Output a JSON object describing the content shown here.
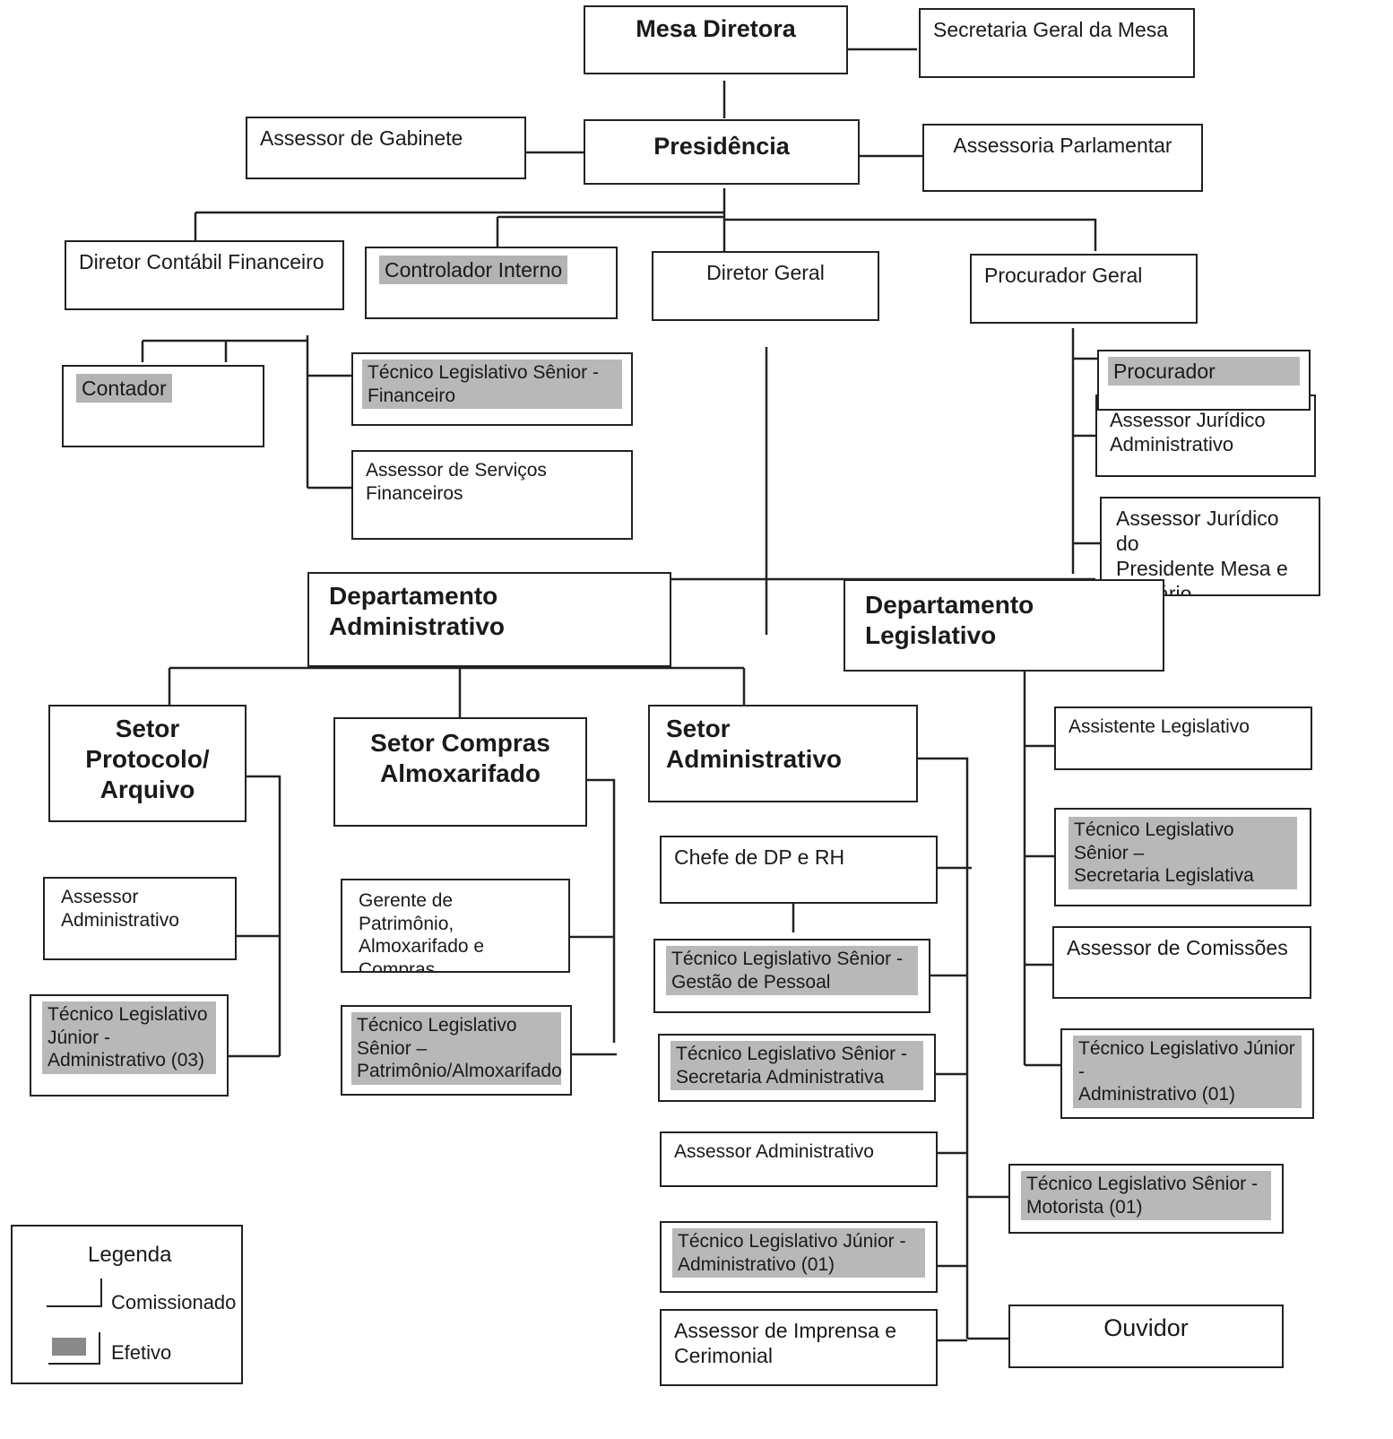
{
  "boxes": {
    "mesa_diretora": "Mesa Diretora",
    "secretaria_geral": "Secretaria Geral da Mesa",
    "presidencia": "Presidência",
    "assessor_gabinete": "Assessor de Gabinete",
    "assessoria_parlamentar": "Assessoria Parlamentar",
    "diretor_contabil": "Diretor Contábil Financeiro",
    "controlador_interno": "Controlador Interno",
    "diretor_geral": "Diretor Geral",
    "procurador_geral": "Procurador Geral",
    "contador": "Contador",
    "tec_financeiro": "Técnico Legislativo Sênior -\nFinanceiro",
    "assessor_servicos_fin": "Assessor de Serviços\nFinanceiros",
    "procurador": "Procurador",
    "assessor_juridico_adm": "Assessor Jurídico\nAdministrativo",
    "assessor_juridico_pres": "Assessor Jurídico do\nPresidente Mesa e\nPlenário",
    "depto_administrativo": "Departamento Administrativo",
    "depto_legislativo": "Departamento Legislativo",
    "setor_protocolo": "Setor\nProtocolo/\nArquivo",
    "setor_compras": "Setor Compras\nAlmoxarifado",
    "setor_administrativo": "Setor Administrativo",
    "assessor_adm_protocolo": "Assessor\nAdministrativo",
    "tec_junior_protocolo": "Técnico Legislativo\nJúnior -\nAdministrativo (03)",
    "gerente_patrimonio": "Gerente de Patrimônio,\nAlmoxarifado e Compras",
    "tec_patrimonio": "Técnico Legislativo\nSênior –\nPatrimônio/Almoxarifado",
    "chefe_dp_rh": "Chefe de DP e RH",
    "tec_gestao_pessoal": "Técnico Legislativo Sênior -\nGestão de Pessoal",
    "tec_secretaria_adm": "Técnico Legislativo Sênior -\nSecretaria Administrativa",
    "assessor_administrativo": "Assessor Administrativo",
    "tec_junior_adm": "Técnico Legislativo Júnior -\nAdministrativo (01)",
    "assessor_imprensa": "Assessor de Imprensa e\nCerimonial",
    "assistente_legislativo": "Assistente Legislativo",
    "tec_secretaria_leg": "Técnico Legislativo Sênior –\nSecretaria Legislativa",
    "assessor_comissoes": "Assessor de Comissões",
    "tec_junior_leg": "Técnico Legislativo Júnior -\nAdministrativo (01)",
    "tec_motorista": "Técnico Legislativo Sênior -\nMotorista (01)",
    "ouvidor": "Ouvidor"
  },
  "legend": {
    "title": "Legenda",
    "comissionado": "Comissionado",
    "efetivo": "Efetivo"
  }
}
